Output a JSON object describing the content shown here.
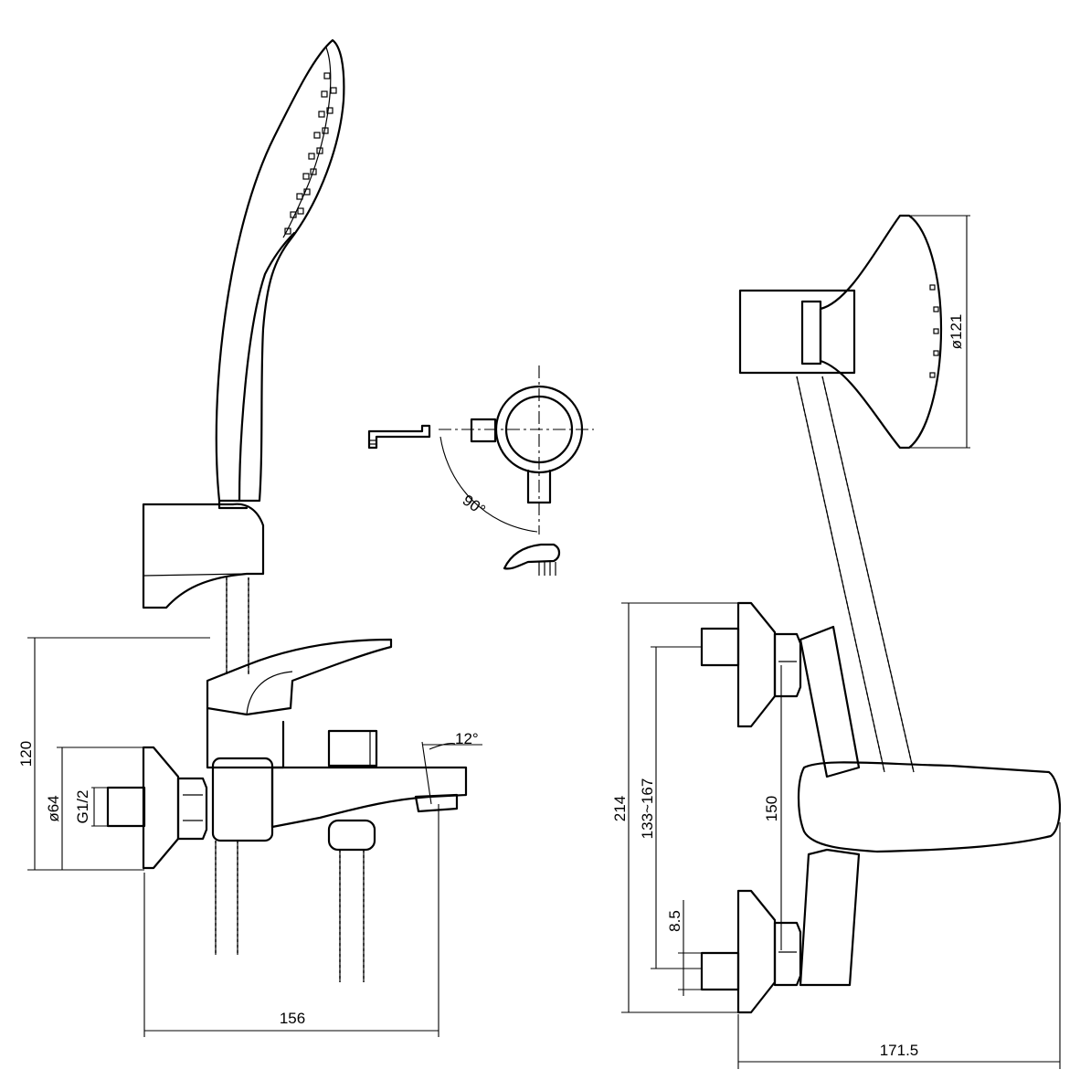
{
  "dimensions": {
    "width_156": "156",
    "height_120": "120",
    "dia_64": "ø64",
    "thread": "G1/2",
    "angle_12": "12°",
    "angle_90": "90°",
    "width_171_5": "171.5",
    "height_214": "214",
    "range_133_167": "133~167",
    "centers_150": "150",
    "offset_8_5": "8.5",
    "dia_121": "ø121"
  }
}
